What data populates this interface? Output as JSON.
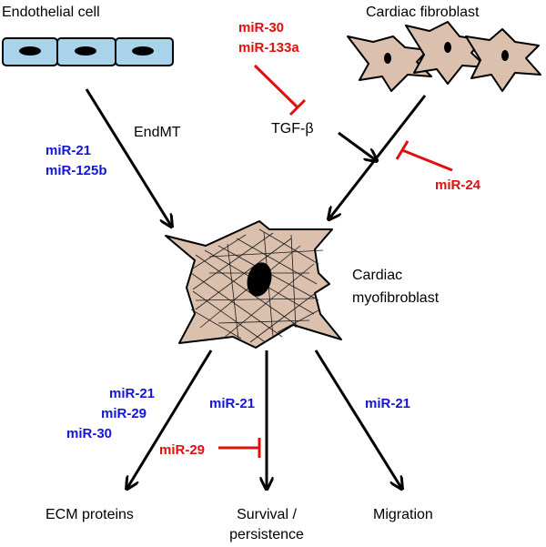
{
  "nodes": {
    "endothelial_cell": "Endothelial cell",
    "cardiac_fibroblast": "Cardiac fibroblast",
    "endmt": "EndMT",
    "tgf_beta": "TGF-β",
    "myofibroblast_line1": "Cardiac",
    "myofibroblast_line2": "myofibroblast",
    "ecm_proteins": "ECM proteins",
    "survival_line1": "Survival /",
    "survival_line2": "persistence",
    "migration": "Migration"
  },
  "mirnas": {
    "endmt_1": "miR-21",
    "endmt_2": "miR-125b",
    "tgf_inhib_1": "miR-30",
    "tgf_inhib_2": "miR-133a",
    "fibro_inhib": "miR-24",
    "ecm_1": "miR-21",
    "ecm_2": "miR-29",
    "ecm_3": "miR-30",
    "survival_promote": "miR-21",
    "survival_inhib": "miR-29",
    "migration": "miR-21"
  },
  "colors": {
    "promoting_mirna": "#1515d6",
    "inhibiting_mirna": "#e01010",
    "cell_fill": "#dcc0ae",
    "endothelial_fill": "#a9d3ea"
  }
}
